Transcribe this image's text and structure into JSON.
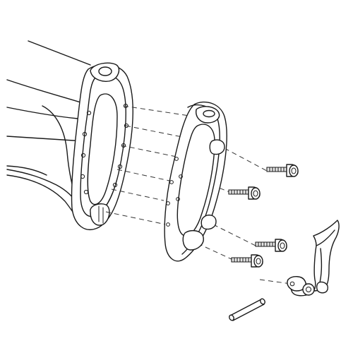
{
  "figure": {
    "background_color": "#ffffff",
    "line_color": "#1a1a1a",
    "parts": [
      "housing-body",
      "mounting-ring",
      "screw",
      "screw",
      "screw",
      "screw",
      "latch-lever",
      "pin"
    ]
  }
}
